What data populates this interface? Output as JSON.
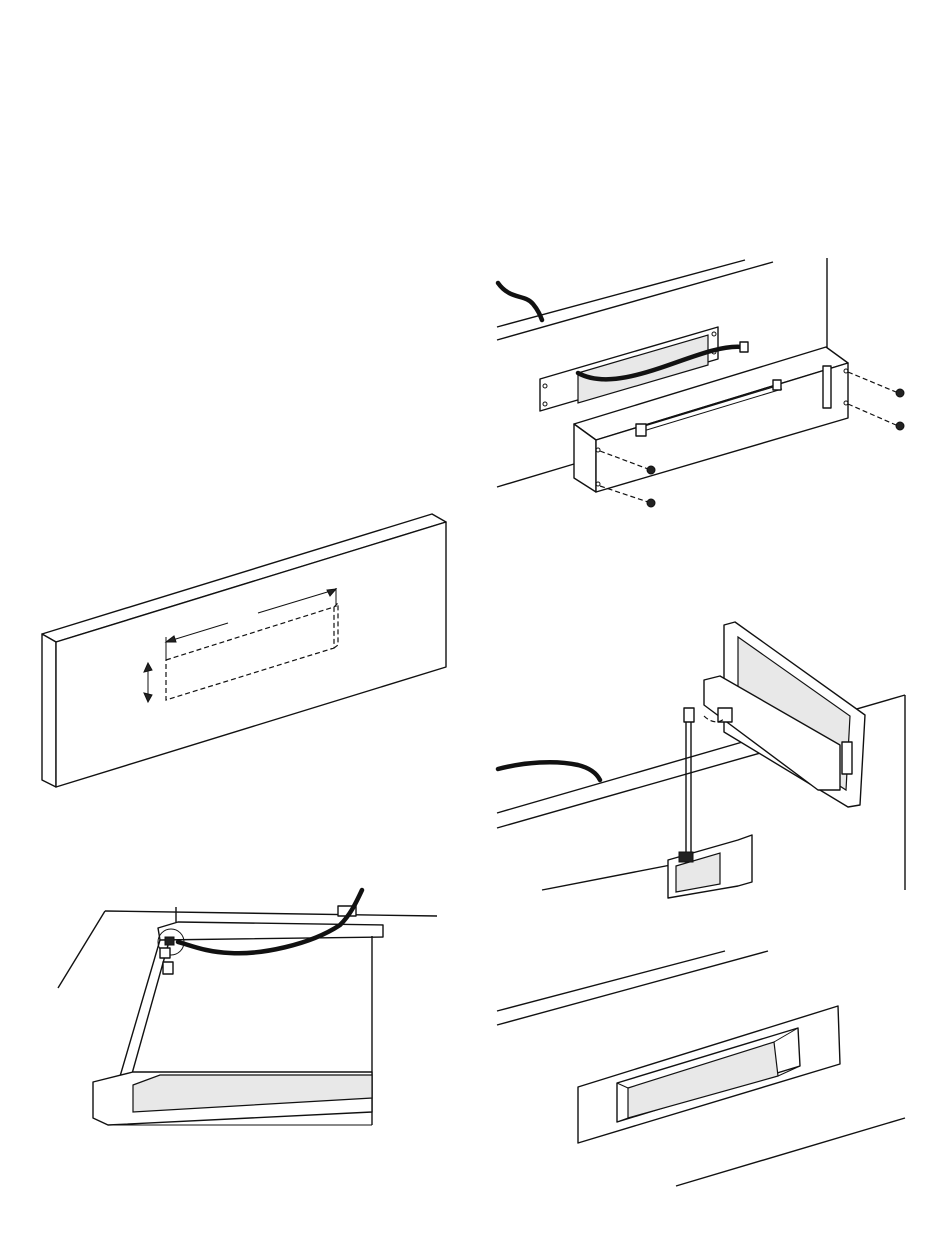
{
  "figures": [
    {
      "id": "cutout-panel",
      "icon": "panel-cutout-illustration"
    },
    {
      "id": "ceiling-cable",
      "icon": "cable-routing-illustration"
    },
    {
      "id": "housing-install",
      "icon": "housing-exploded-illustration"
    },
    {
      "id": "bezel-connect",
      "icon": "connector-bezel-illustration"
    },
    {
      "id": "finished-install",
      "icon": "finished-panel-illustration"
    }
  ],
  "colors": {
    "line": "#111111",
    "background": "#ffffff"
  }
}
